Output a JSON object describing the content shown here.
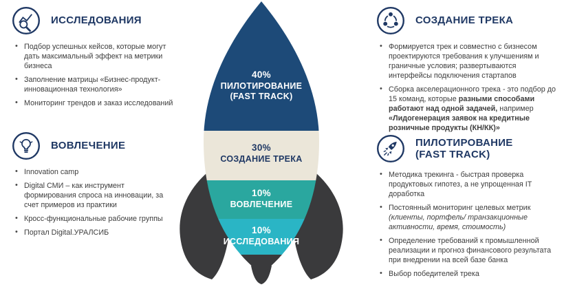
{
  "colors": {
    "navy": "#1d4a78",
    "cream": "#ebe6d9",
    "teal": "#2aa79f",
    "cyan": "#2ab5c5",
    "fin_dark": "#3a3a3c",
    "heading": "#1f3864"
  },
  "sections": {
    "research": {
      "title": "ИССЛЕДОВАНИЯ",
      "icon": "chart-magnifier-icon",
      "bullets": [
        "Подбор успешных кейсов, которые могут дать максимальный эффект на метрики бизнеса",
        "Заполнение матрицы «Бизнес-продукт-инновационная технология»",
        "Мониторинг трендов и заказ исследований"
      ]
    },
    "engagement": {
      "title": "ВОВЛЕЧЕНИЕ",
      "icon": "lightbulb-icon",
      "bullets": [
        "Innovation camp",
        "Digital СМИ – как инструмент формирования спроса на инновации, за счет примеров из практики",
        "Кросс-функциональные рабочие группы",
        "Портал Digital.УРАЛСИБ"
      ]
    },
    "track": {
      "title": "СОЗДАНИЕ ТРЕКА",
      "icon": "process-cycle-icon",
      "bullet_1": "Формируется трек и совместно с бизнесом проектируются требования к улучшениям и граничные условия; развертываются интерфейсы подключения стартапов",
      "bullet_2": {
        "normal_1": "Сборка акселерационного трека - это подбор до 15 команд, которые ",
        "bold_1": "разными способами работают над одной задачей,",
        "normal_2": " например ",
        "bold_2": "«Лидогенерация заявок на кредитные розничные продукты (КН/КК)»"
      }
    },
    "pilot": {
      "title": "ПИЛОТИРОВАНИЕ",
      "subtitle": "(FAST TRACK)",
      "icon": "rocket-icon",
      "bullet_1": "Методика трекинга - быстрая проверка продуктовых гипотез, а не упрощенная IT доработка",
      "bullet_2": {
        "normal_1": "Постоянный мониторинг целевых метрик ",
        "italic_1": "(клиенты, портфель/ транзакционные активности, время, стоимость)"
      },
      "bullet_3": "Определение требований к промышленной реализации и прогноз финансового результата при внедрении на всей базе банка",
      "bullet_4": "Выбор победителей трека"
    }
  },
  "rocket": {
    "stages": [
      {
        "percent": "40%",
        "label": "ПИЛОТИРОВАНИЕ",
        "sublabel": "(FAST TRACK)",
        "color": "#1d4a78"
      },
      {
        "percent": "30%",
        "label": "СОЗДАНИЕ ТРЕКА",
        "color": "#ebe6d9"
      },
      {
        "percent": "10%",
        "label": "ВОВЛЕЧЕНИЕ",
        "color": "#2aa79f"
      },
      {
        "percent": "10%",
        "label": "ИССЛЕДОВАНИЯ",
        "color": "#2ab5c5"
      }
    ]
  }
}
